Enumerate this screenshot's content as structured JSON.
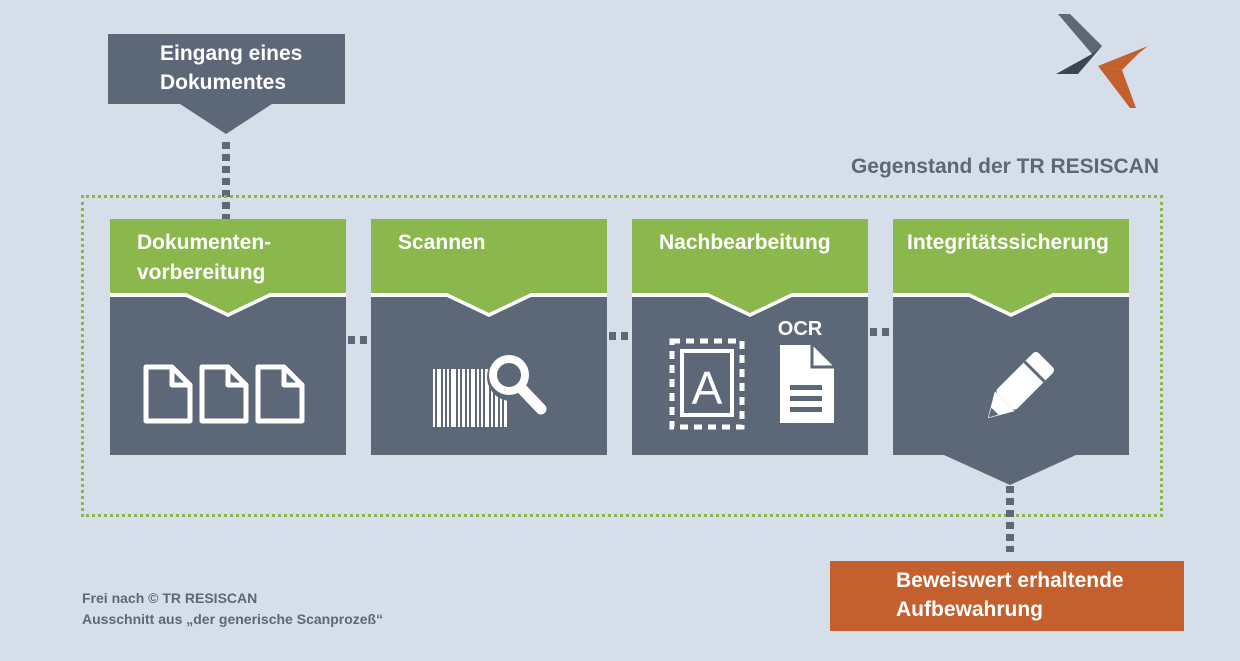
{
  "input": {
    "line1": "Eingang eines",
    "line2": "Dokumentes"
  },
  "scope_label": "Gegenstand der TR RESISCAN",
  "steps": [
    {
      "line1": "Dokumenten-",
      "line2": "vorbereitung",
      "icon": "documents-icon"
    },
    {
      "line1": "Scannen",
      "line2": "",
      "icon": "barcode-magnifier-icon"
    },
    {
      "line1": "Nachbearbeitung",
      "line2": "",
      "icon": "ocr-icon"
    },
    {
      "line1": "Integritätssicherung",
      "line2": "",
      "icon": "pencil-icon"
    }
  ],
  "ocr_label": "OCR",
  "ocr_letter": "A",
  "output": {
    "line1": "Beweiswert erhaltende",
    "line2": "Aufbewahrung"
  },
  "footnote": {
    "line1": "Frei nach © TR RESISCAN",
    "line2": "Ausschnitt aus „der generische Scanprozeß“"
  },
  "colors": {
    "background": "#d6dfe9",
    "box": "#5c6878",
    "green": "#8ab84d",
    "orange": "#c45f2e"
  }
}
